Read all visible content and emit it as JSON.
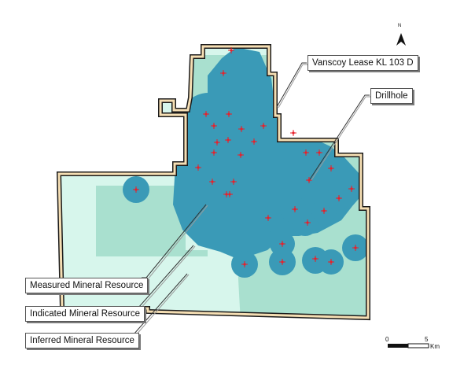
{
  "legend_labels": {
    "lease": "Vanscoy Lease KL 103 D",
    "drillhole": "Drillhole",
    "measured": "Measured Mineral Resource",
    "indicated": "Indicated Mineral Resource",
    "inferred": "Inferred Mineral Resource"
  },
  "north_arrow": {
    "label": "N",
    "icon": "north-arrow-icon"
  },
  "scale_bar": {
    "start": "0",
    "end": "5",
    "unit": "Km"
  },
  "colors": {
    "measured": "#3a9ab7",
    "indicated": "#a9e0cf",
    "inferred": "#d7f6ec",
    "lease_border": "#f5deb3",
    "drillhole": "#e8202a"
  }
}
